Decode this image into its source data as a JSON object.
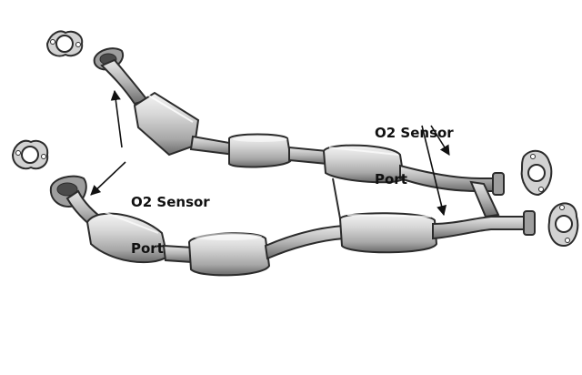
{
  "labels": {
    "right": {
      "line1": "O2 Sensor",
      "line2": "Port"
    },
    "left": {
      "line1": "O2 Sensor",
      "line2": "Port"
    }
  },
  "colors": {
    "background": "#ffffff",
    "metal_light": "#e6e6e6",
    "metal_mid": "#b9b9b9",
    "metal_dark": "#6e6e6e",
    "outline": "#2b2b2b",
    "gasket": "#9a9a9a",
    "arrow": "#111111"
  }
}
